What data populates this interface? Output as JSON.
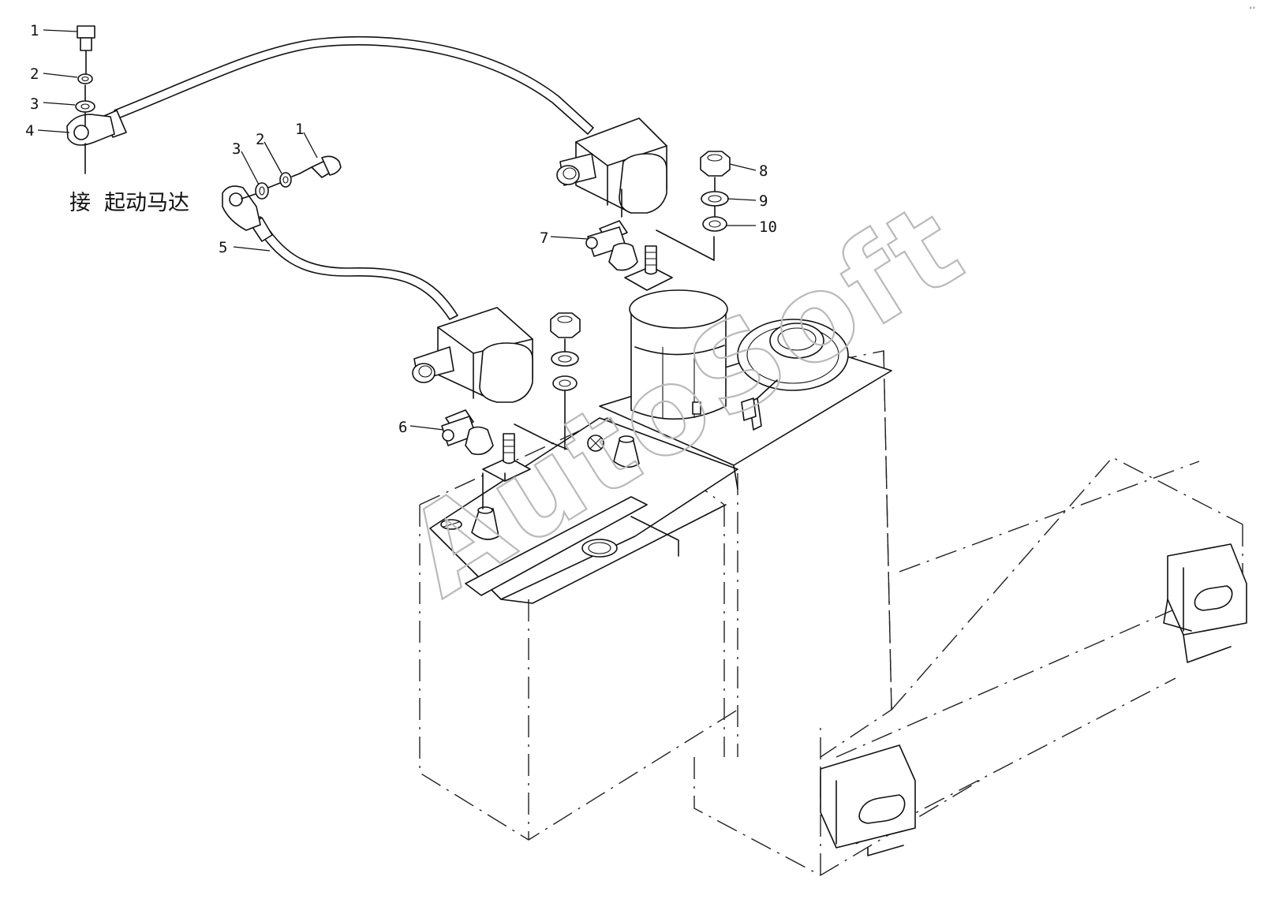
{
  "callouts": {
    "c1_left": "1",
    "c2_left": "2",
    "c3_left": "3",
    "c4": "4",
    "c3_mid": "3",
    "c2_mid": "2",
    "c1_mid": "1",
    "c5": "5",
    "c6": "6",
    "c7": "7",
    "c8": "8",
    "c9": "9",
    "c10": "10"
  },
  "note_connect": "接",
  "note_starter_motor": "起动马达",
  "watermark": "AutoSoft",
  "corner_mark": "°°"
}
